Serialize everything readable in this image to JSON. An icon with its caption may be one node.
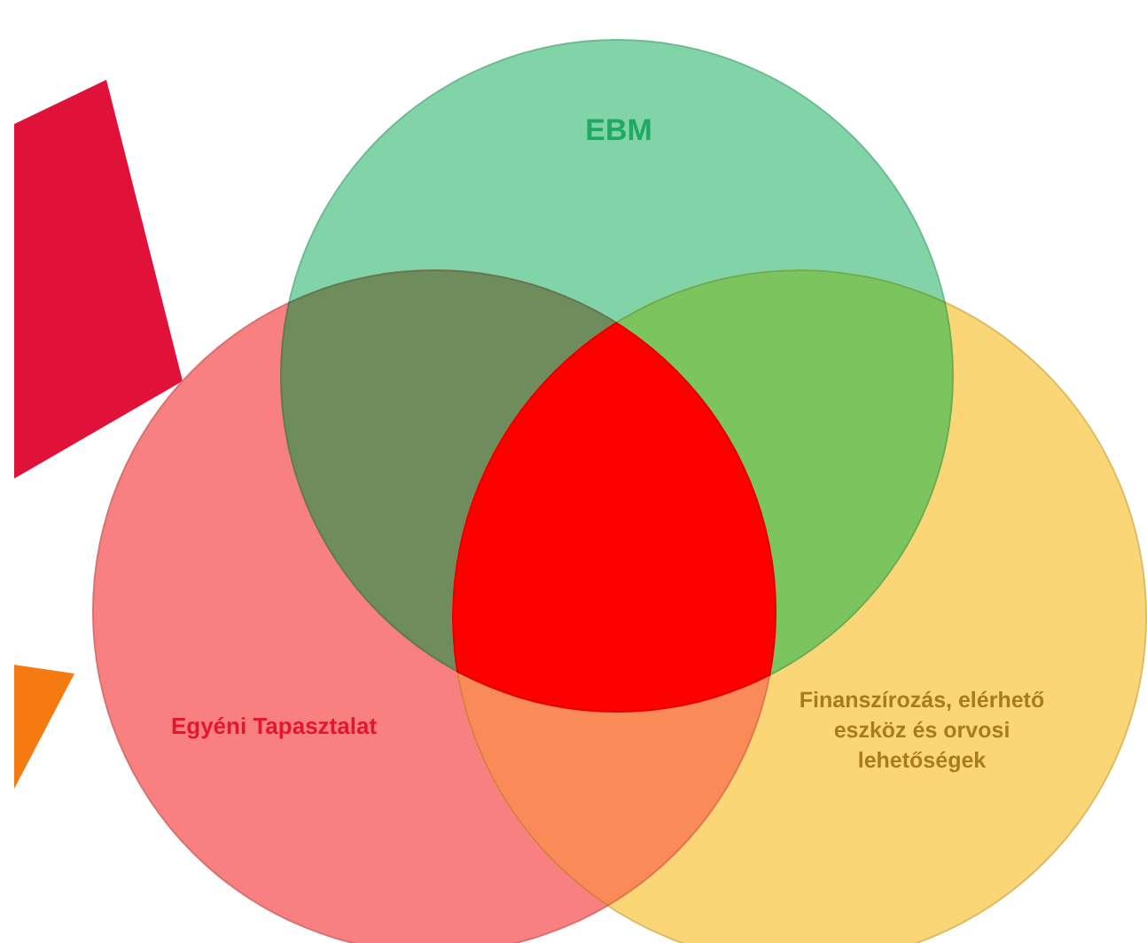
{
  "diagram": {
    "nodes": [
      {
        "text": [
          "EBM"
        ]
      },
      {
        "text": [
          "Egyéni Tapasztalat"
        ]
      },
      {
        "text": [
          "Finanszírozás, elérhető eszköz és orvosi lehetőségek"
        ]
      }
    ]
  }
}
